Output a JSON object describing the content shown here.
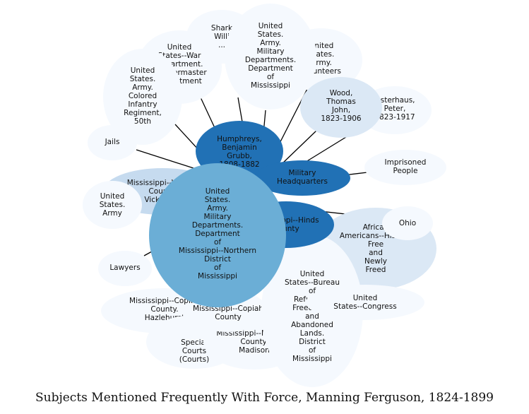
{
  "caption": "Subjects Mentioned Frequently With Force, Manning Ferguson, 1824-1899",
  "colors": {
    "lightest": "#f5f9fe",
    "light": "#dbe8f5",
    "pale": "#c6dbef",
    "mid": "#6baed6",
    "dark": "#2171b5",
    "darkest": "#08519c",
    "edge": "#000000",
    "text": "#111111"
  },
  "nodes": [
    {
      "id": "sharkey",
      "lines": [
        "Shark",
        "Willi",
        "..."
      ]
    },
    {
      "id": "war-dept",
      "lines": [
        "United",
        "States--War",
        "Department.",
        "Quartermaster",
        "Department"
      ]
    },
    {
      "id": "mil-dept-miss",
      "lines": [
        "United",
        "States.",
        "Army.",
        "Military",
        "Departments.",
        "Department",
        "of",
        "Mississippi"
      ]
    },
    {
      "id": "volunteers",
      "lines": [
        "United",
        "States.",
        "Army.",
        "Volunteers"
      ]
    },
    {
      "id": "colored-infantry",
      "lines": [
        "United",
        "States.",
        "Army.",
        "Colored",
        "Infantry",
        "Regiment,",
        "50th"
      ]
    },
    {
      "id": "wood",
      "lines": [
        "Wood,",
        "Thomas",
        "John,",
        "1823-1906"
      ]
    },
    {
      "id": "osterhaus",
      "lines": [
        "Osterhaus,",
        "Peter,",
        "1823-1917"
      ]
    },
    {
      "id": "jails",
      "lines": [
        "Jails"
      ]
    },
    {
      "id": "humphreys",
      "lines": [
        "Humphreys,",
        "Benjamin",
        "Grubb,",
        "1808-1882"
      ]
    },
    {
      "id": "mil-hq",
      "lines": [
        "Military",
        "Headquarters"
      ]
    },
    {
      "id": "imprisoned",
      "lines": [
        "Imprisoned",
        "People"
      ]
    },
    {
      "id": "vicksburg",
      "lines": [
        "Mississippi--Warren",
        "County.",
        "Vicksburg"
      ]
    },
    {
      "id": "us-army",
      "lines": [
        "United",
        "States.",
        "Army"
      ]
    },
    {
      "id": "hinds",
      "lines": [
        "Mississippi--Hinds",
        "County"
      ]
    },
    {
      "id": "african-americans",
      "lines": [
        "African",
        "Americans--History.",
        "Free",
        "and",
        "Newly",
        "Freed"
      ]
    },
    {
      "id": "ohio",
      "lines": [
        "Ohio"
      ]
    },
    {
      "id": "lawyers",
      "lines": [
        "Lawyers"
      ]
    },
    {
      "id": "northern-district",
      "lines": [
        "United",
        "States.",
        "Army.",
        "Military",
        "Departments.",
        "Department",
        "of",
        "Mississippi--Northern",
        "District",
        "of",
        "Mississippi"
      ]
    },
    {
      "id": "hazlehurst",
      "lines": [
        "Mississippi--Copiah",
        "County.",
        "Hazlehurst"
      ]
    },
    {
      "id": "copiah-rural",
      "lines": [
        "Mississippi--Copiah",
        "County"
      ]
    },
    {
      "id": "freedmens-bureau",
      "lines": [
        "United",
        "States--Bureau",
        "of",
        "Refugees,",
        "Freedmen,",
        "and",
        "Abandoned",
        "Lands.",
        "District",
        "of",
        "Mississippi"
      ]
    },
    {
      "id": "congress",
      "lines": [
        "United",
        "States--Congress"
      ]
    },
    {
      "id": "madison",
      "lines": [
        "Mississippi--Madison",
        "County.",
        "Madison"
      ]
    },
    {
      "id": "special-courts",
      "lines": [
        "Special",
        "Courts",
        "(Courts)"
      ]
    }
  ]
}
